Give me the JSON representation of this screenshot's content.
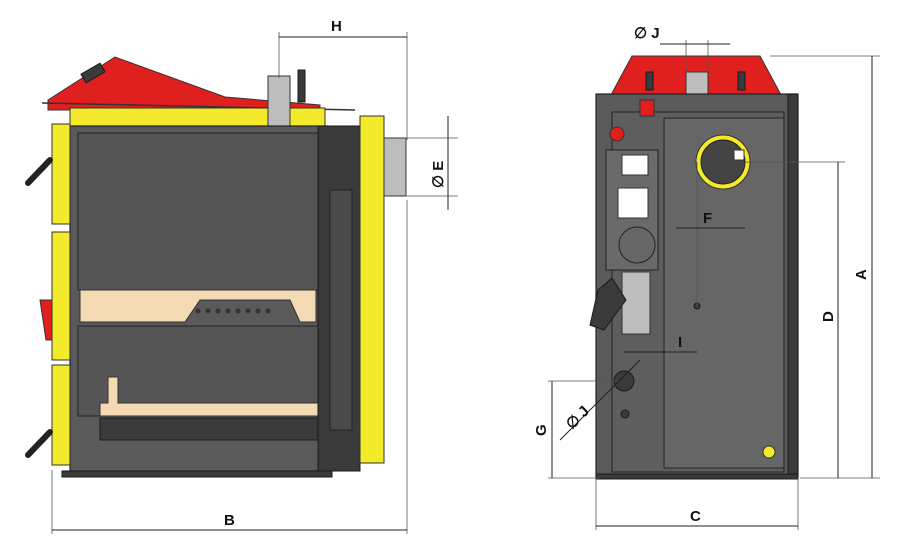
{
  "labels": {
    "A": "A",
    "B": "B",
    "C": "C",
    "D": "D",
    "E": "∅ E",
    "F": "F",
    "G": "G",
    "H": "H",
    "I": "I",
    "J_top": "∅ J",
    "J_side": "∅ J"
  },
  "colors": {
    "body": "#5a5a5a",
    "yellow": "#f2ea2a",
    "red": "#e01f1f",
    "firebrick": "#f3d9b4"
  }
}
